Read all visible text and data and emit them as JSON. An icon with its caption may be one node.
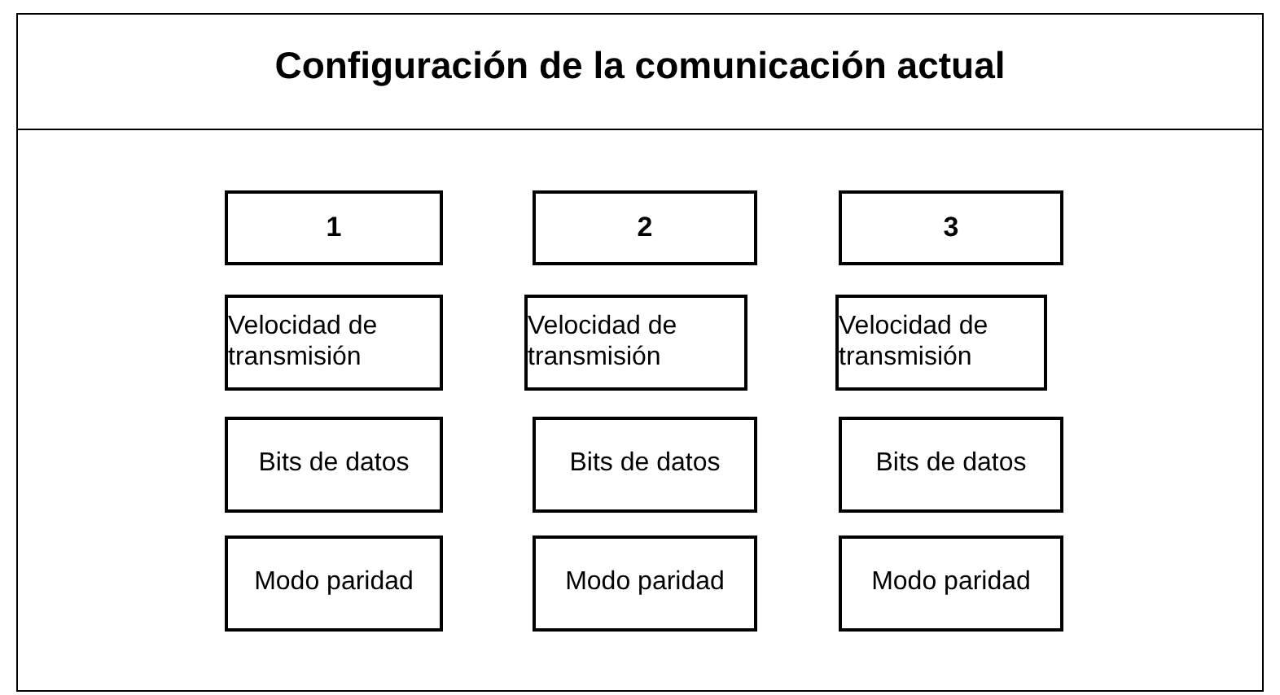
{
  "diagram": {
    "title": "Configuración de la comunicación actual",
    "nodes": [
      {
        "text": [
          "1"
        ]
      },
      {
        "text": [
          "2"
        ]
      },
      {
        "text": [
          "3"
        ]
      },
      {
        "text": [
          "Velocidad de transmisión"
        ]
      },
      {
        "text": [
          "Velocidad de transmisión"
        ]
      },
      {
        "text": [
          "Velocidad de transmisión"
        ]
      },
      {
        "text": [
          "Bits de datos"
        ]
      },
      {
        "text": [
          "Bits de datos"
        ]
      },
      {
        "text": [
          "Bits de datos"
        ]
      },
      {
        "text": [
          "Modo paridad"
        ]
      },
      {
        "text": [
          "Modo paridad"
        ]
      },
      {
        "text": [
          "Modo paridad"
        ]
      }
    ]
  }
}
